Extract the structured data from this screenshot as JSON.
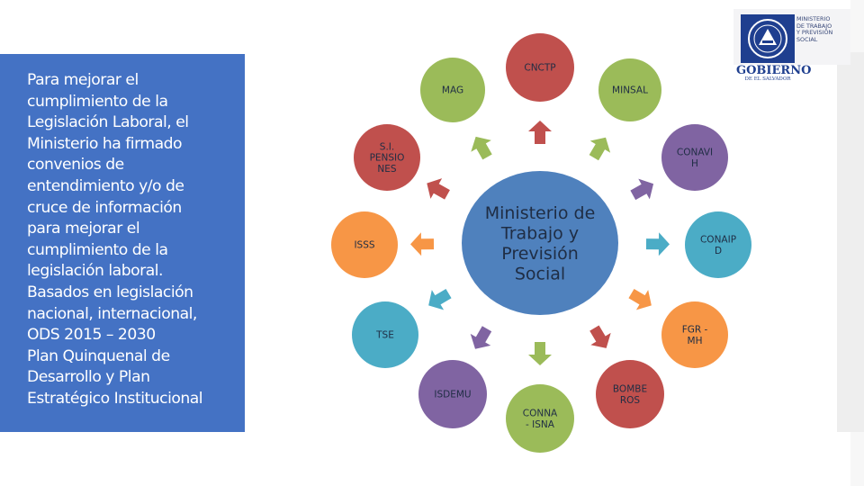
{
  "left_panel": {
    "lines": [
      "Para mejorar el",
      "cumplimiento de la",
      "Legislación Laboral, el",
      "Ministerio ha firmado",
      "convenios de",
      "entendimiento y/o de",
      "cruce de información",
      "para mejorar el",
      "cumplimiento de la",
      "legislación laboral.",
      "Basados en legislación",
      "nacional, internacional,",
      "ODS 2015 – 2030",
      "Plan Quinquenal de",
      "Desarrollo y Plan",
      "Estratégico Institucional"
    ]
  },
  "logo": {
    "ministry_lines": [
      "Ministerio",
      "de Trabajo",
      "y Previsión",
      "Social"
    ],
    "government": "GOBIERNO",
    "country": "de El Salvador"
  },
  "diagram": {
    "center": {
      "lines": [
        "Ministerio de",
        "Trabajo y",
        "Previsión",
        "Social"
      ],
      "color": "#4f81bd"
    },
    "nodes": [
      {
        "lines": [
          "CNCTP"
        ],
        "color": "#c0504d"
      },
      {
        "lines": [
          "MINSAL"
        ],
        "color": "#9bbb59"
      },
      {
        "lines": [
          "CONAVI",
          "H"
        ],
        "color": "#8064a2"
      },
      {
        "lines": [
          "CONAIP",
          "D"
        ],
        "color": "#4bacc6"
      },
      {
        "lines": [
          "FGR -",
          "MH"
        ],
        "color": "#f79646"
      },
      {
        "lines": [
          "BOMBE",
          "ROS"
        ],
        "color": "#c0504d"
      },
      {
        "lines": [
          "CONNA",
          "- ISNA"
        ],
        "color": "#9bbb59"
      },
      {
        "lines": [
          "ISDEMU"
        ],
        "color": "#8064a2"
      },
      {
        "lines": [
          "TSE"
        ],
        "color": "#4bacc6"
      },
      {
        "lines": [
          "ISSS"
        ],
        "color": "#f79646"
      },
      {
        "lines": [
          "S.I.",
          "PENSIO",
          "NES"
        ],
        "color": "#c0504d"
      },
      {
        "lines": [
          "MAG"
        ],
        "color": "#9bbb59"
      }
    ]
  }
}
